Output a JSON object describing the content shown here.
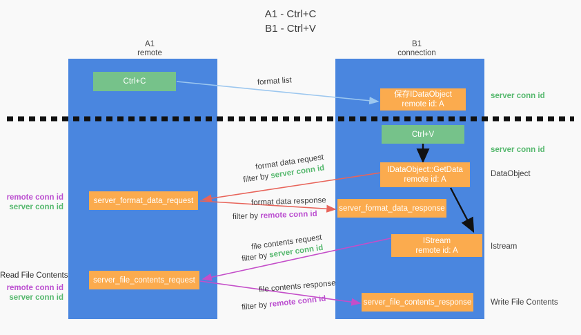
{
  "title": {
    "line1": "A1 - Ctrl+C",
    "line2": "B1 - Ctrl+V"
  },
  "columns": [
    {
      "name": "A1",
      "sub": "remote"
    },
    {
      "name": "B1",
      "sub": "connection"
    }
  ],
  "nodes": {
    "ctrl_c": "Ctrl+C",
    "save_dataobject_l1": "保存IDataObject",
    "save_dataobject_l2": "remote id: A",
    "ctrl_v": "Ctrl+V",
    "getdata_l1": "IDataObject::GetData",
    "getdata_l2": "remote id: A",
    "format_data_request": "server_format_data_request",
    "format_data_response": "server_format_data_response",
    "istream_l1": "IStream",
    "istream_l2": "remote id: A",
    "file_contents_request": "server_file_contents_request",
    "file_contents_response": "server_file_contents_response"
  },
  "edge_labels": {
    "format_list": "format list",
    "format_data_request": "format data request",
    "format_data_request_filter_pre": "filter by ",
    "format_data_request_filter_key": "server conn id",
    "format_data_response": "format data response",
    "format_data_response_filter_pre": "filter by ",
    "format_data_response_filter_key": "remote conn id",
    "file_contents_request": "file contents request",
    "file_contents_request_filter_pre": "filter by ",
    "file_contents_request_filter_key": "server conn id",
    "file_contents_response": "file contents response",
    "file_contents_response_filter_pre": "filter by ",
    "file_contents_response_filter_key": "remote conn id"
  },
  "left_annotations": {
    "a1_remote": "remote conn id",
    "a1_server": "server conn id",
    "read_file_contents": "Read File Contents",
    "a2_remote": "remote conn id",
    "a2_server": "server conn id"
  },
  "right_annotations": {
    "server_conn_id_top": "server conn id",
    "server_conn_id_mid": "server conn id",
    "dataobject": "DataObject",
    "istream": "Istream",
    "write_file_contents": "Write File Contents"
  },
  "colors": {
    "column": "#4a86df",
    "green_node": "#76c28a",
    "orange_node": "#fbab4e",
    "green_text": "#56b86e",
    "purple_text": "#bb4fd0",
    "red_arrow": "#e8645a",
    "magenta_arrow": "#c council",
    "blue_arrow": "#9cc7ef",
    "black_arrow": "#111111",
    "background": "#f9f9f9"
  }
}
